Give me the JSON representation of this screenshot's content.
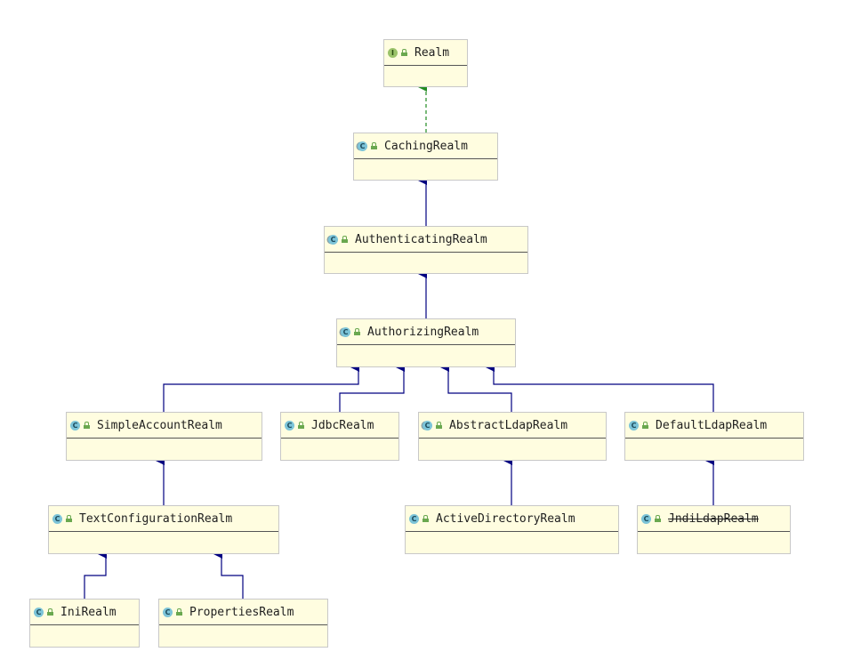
{
  "colors": {
    "node_fill": "#fffde0",
    "node_border": "#c8c8c8",
    "extends_edge": "#000080",
    "implements_edge": "#228b22"
  },
  "nodes": [
    {
      "id": "realm",
      "label": "Realm",
      "kind": "interface",
      "icon": "interface-icon"
    },
    {
      "id": "caching",
      "label": "CachingRealm",
      "kind": "abstract-class",
      "icon": "abstract-class-icon"
    },
    {
      "id": "authenticating",
      "label": "AuthenticatingRealm",
      "kind": "abstract-class",
      "icon": "abstract-class-icon"
    },
    {
      "id": "authorizing",
      "label": "AuthorizingRealm",
      "kind": "abstract-class",
      "icon": "abstract-class-icon"
    },
    {
      "id": "simpleaccount",
      "label": "SimpleAccountRealm",
      "kind": "class",
      "icon": "class-icon"
    },
    {
      "id": "jdbc",
      "label": "JdbcRealm",
      "kind": "class",
      "icon": "class-icon"
    },
    {
      "id": "abstractldap",
      "label": "AbstractLdapRealm",
      "kind": "abstract-class",
      "icon": "abstract-class-icon"
    },
    {
      "id": "defaultldap",
      "label": "DefaultLdapRealm",
      "kind": "class",
      "icon": "class-icon"
    },
    {
      "id": "textconfig",
      "label": "TextConfigurationRealm",
      "kind": "class",
      "icon": "class-icon"
    },
    {
      "id": "activedirectory",
      "label": "ActiveDirectoryRealm",
      "kind": "class",
      "icon": "class-icon"
    },
    {
      "id": "jndildap",
      "label": "JndiLdapRealm",
      "kind": "class",
      "icon": "class-icon",
      "deprecated": true
    },
    {
      "id": "ini",
      "label": "IniRealm",
      "kind": "class",
      "icon": "class-icon"
    },
    {
      "id": "properties",
      "label": "PropertiesRealm",
      "kind": "class",
      "icon": "class-icon"
    }
  ],
  "edges": [
    {
      "from": "caching",
      "to": "realm",
      "type": "implements"
    },
    {
      "from": "authenticating",
      "to": "caching",
      "type": "extends"
    },
    {
      "from": "authorizing",
      "to": "authenticating",
      "type": "extends"
    },
    {
      "from": "simpleaccount",
      "to": "authorizing",
      "type": "extends"
    },
    {
      "from": "jdbc",
      "to": "authorizing",
      "type": "extends"
    },
    {
      "from": "abstractldap",
      "to": "authorizing",
      "type": "extends"
    },
    {
      "from": "defaultldap",
      "to": "authorizing",
      "type": "extends"
    },
    {
      "from": "textconfig",
      "to": "simpleaccount",
      "type": "extends"
    },
    {
      "from": "activedirectory",
      "to": "abstractldap",
      "type": "extends"
    },
    {
      "from": "jndildap",
      "to": "defaultldap",
      "type": "extends"
    },
    {
      "from": "ini",
      "to": "textconfig",
      "type": "extends"
    },
    {
      "from": "properties",
      "to": "textconfig",
      "type": "extends"
    }
  ]
}
